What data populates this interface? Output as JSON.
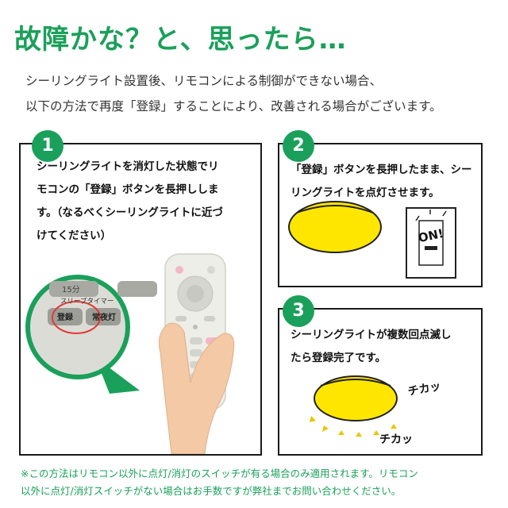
{
  "title": "故障かな？と、思ったら…",
  "intro": {
    "line1": "シーリングライト設置後、リモコンによる制御ができない場合、",
    "line2": "以下の方法で再度「登録」することにより、改善される場合がございます。"
  },
  "steps": [
    {
      "number": "1",
      "lines": [
        "シーリングライトを消灯した状態でリ",
        "モコンの「登録」ボタンを長押ししま",
        "す。（なるべくシーリングライトに近づ",
        "けてください）"
      ],
      "illustration": {
        "button_15": "15分",
        "sleep_timer_label": "スリープタイマー",
        "register_button": "登録",
        "night_light_button": "常夜灯"
      }
    },
    {
      "number": "2",
      "lines": [
        "「登録」ボタンを長押したまま、シー",
        "リングライトを点灯させます。"
      ],
      "switch_label": "ON!"
    },
    {
      "number": "3",
      "lines": [
        "シーリングライトが複数回点滅し",
        "たら登録完了です。"
      ],
      "blink_text_1": "チカッ",
      "blink_text_2": "チカッ"
    }
  ],
  "footer": {
    "line1": "※この方法はリモコン以外に点灯/消灯のスイッチが有る場合のみ適用されます。リモコン",
    "line2": "以外に点灯/消灯スイッチがない場合はお手数ですが弊社までお問い合わせください。"
  },
  "colors": {
    "accent_green": "#1aa05a",
    "lamp_yellow": "#ffe600",
    "frame_black": "#1a1a1a",
    "highlight_red": "#e03a3a"
  }
}
